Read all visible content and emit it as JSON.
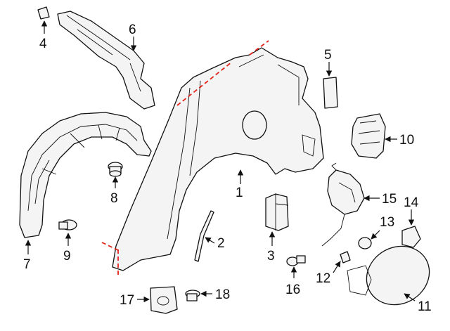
{
  "callouts": [
    {
      "id": "1",
      "label": "1"
    },
    {
      "id": "2",
      "label": "2"
    },
    {
      "id": "3",
      "label": "3"
    },
    {
      "id": "4",
      "label": "4"
    },
    {
      "id": "5",
      "label": "5"
    },
    {
      "id": "6",
      "label": "6"
    },
    {
      "id": "7",
      "label": "7"
    },
    {
      "id": "8",
      "label": "8"
    },
    {
      "id": "9",
      "label": "9"
    },
    {
      "id": "10",
      "label": "10"
    },
    {
      "id": "11",
      "label": "11"
    },
    {
      "id": "12",
      "label": "12"
    },
    {
      "id": "13",
      "label": "13"
    },
    {
      "id": "14",
      "label": "14"
    },
    {
      "id": "15",
      "label": "15"
    },
    {
      "id": "16",
      "label": "16"
    },
    {
      "id": "17",
      "label": "17"
    },
    {
      "id": "18",
      "label": "18"
    }
  ],
  "colors": {
    "outline": "#111111",
    "part_fill": "#f4f4f4",
    "cut_line": "#e2231a",
    "background": "#ffffff"
  }
}
